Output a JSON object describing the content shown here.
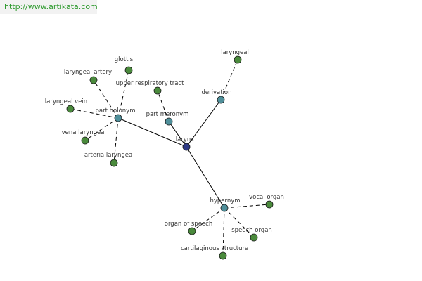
{
  "source_link": "http://www.artikata.com",
  "colors": {
    "center": "#2e3a86",
    "relation": "#4f8f9a",
    "term": "#4a8a3c",
    "url_text": "#2e9a2e"
  },
  "graph": {
    "center": "larynx",
    "relations": [
      {
        "label": "part holonym",
        "terms": [
          "glottis",
          "laryngeal artery",
          "laryngeal vein",
          "vena laryngea",
          "arteria laryngea"
        ]
      },
      {
        "label": "part meronym",
        "terms": [
          "upper respiratory tract"
        ]
      },
      {
        "label": "derivation",
        "terms": [
          "laryngeal"
        ]
      },
      {
        "label": "hypernym",
        "terms": [
          "vocal organ",
          "organ of speech",
          "speech organ",
          "cartilaginous structure"
        ]
      }
    ]
  }
}
